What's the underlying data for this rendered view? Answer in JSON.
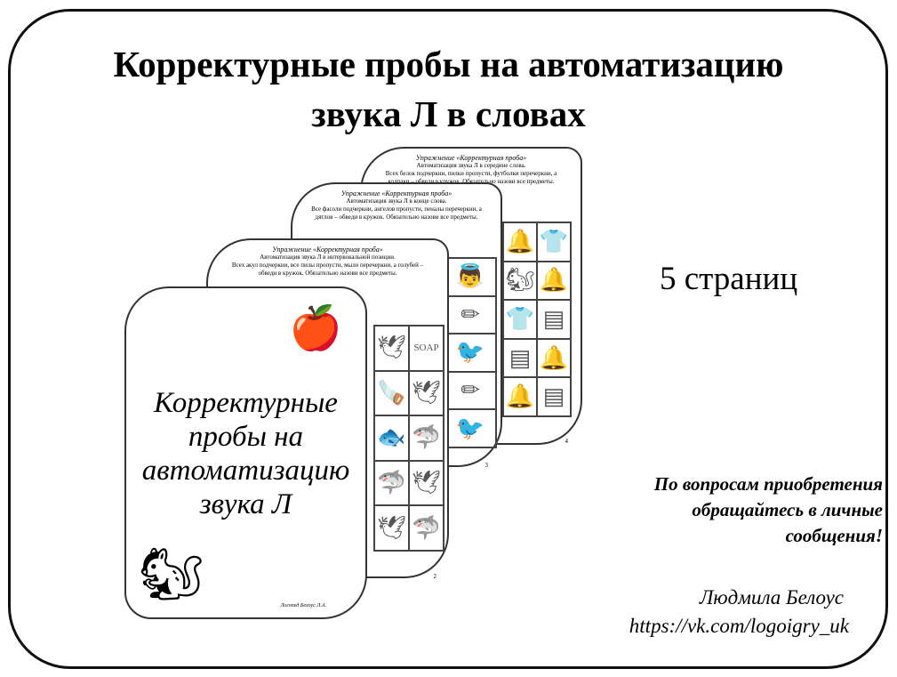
{
  "title": {
    "line1": "Корректурные пробы на автоматизацию",
    "line2": "звука Л в словах"
  },
  "pages_count": "5 страниц",
  "contact": {
    "line1": "По вопросам приобретения",
    "line2": "обращайтесь в личные",
    "line3": "сообщения!"
  },
  "author": {
    "name": "Людмила Белоус",
    "link": "https://vk.com/logoigry_uk"
  },
  "previews": [
    {
      "exercise": "Упражнение «Корректурная проба»",
      "subtitle": "Автоматизация звука Л в середине слова.",
      "instructions": "Всех белок подчеркни, пилки пропусти, футболки перечеркни, а колпаки – обведи в кружок. Обязательно назови все предметы.",
      "page_number": "4"
    },
    {
      "exercise": "Упражнение «Корректурная проба»",
      "subtitle": "Автоматизация звука Л в конце слова.",
      "instructions": "Все фасоли подчеркни, ангелов пропусти, пеналы перечеркни, а дятлов – обведи в кружок. Обязательно назови все предметы.",
      "page_number": "3"
    },
    {
      "exercise": "Упражнение «Корректурная проба»",
      "subtitle": "Автоматизация звука Л в интервокальной позиции.",
      "instructions": "Всех акул подчеркни, все пилы пропусти, мыло перечеркни, а голубей – обведи в кружок. Обязательно назови все предметы.",
      "page_number": "2"
    }
  ],
  "cover": {
    "line1": "Корректурные",
    "line2": "пробы на",
    "line3": "автоматизацию",
    "line4": "звука Л",
    "signature": "Логопед Белоус Л.А."
  }
}
